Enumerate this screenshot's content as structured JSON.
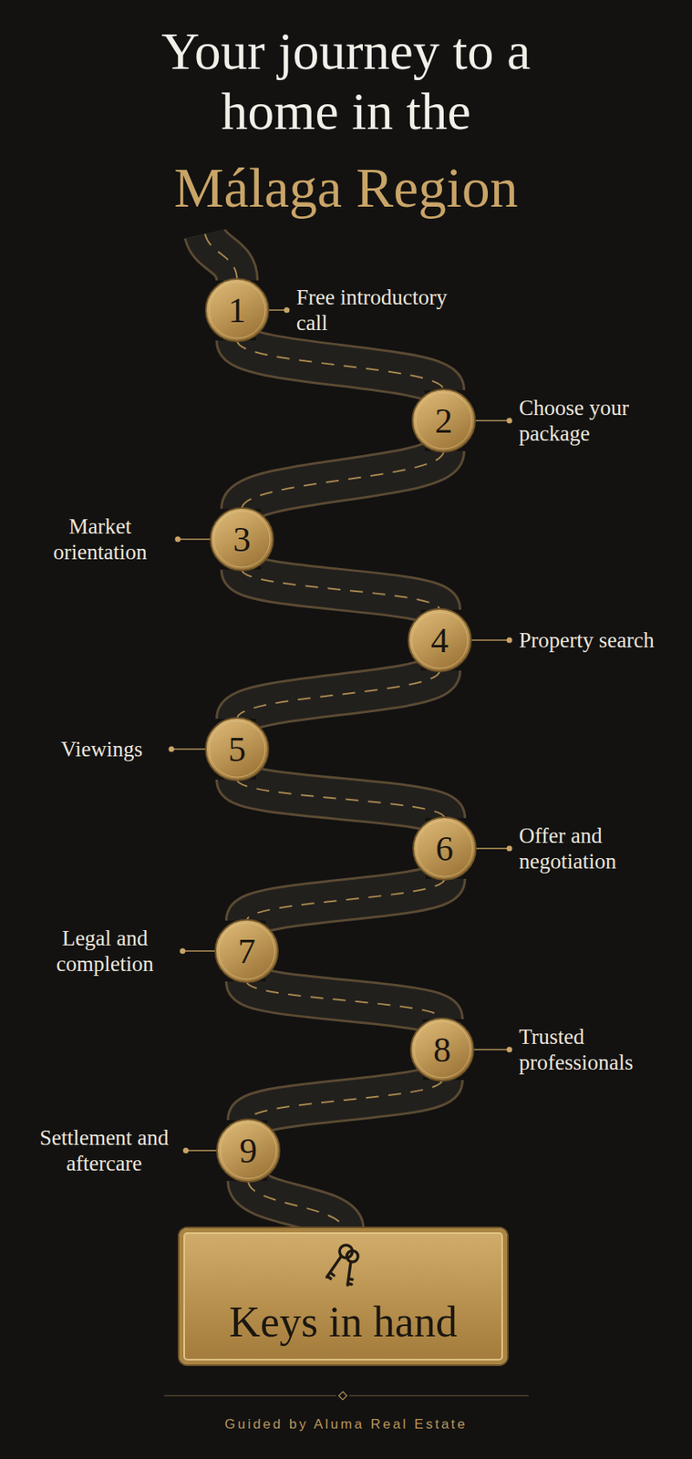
{
  "diagram": {
    "title": "Your journey to a home in the",
    "nodes": [
      {
        "text": [
          "1",
          "Free introductory call"
        ]
      },
      {
        "text": [
          "2",
          "Choose your package"
        ]
      },
      {
        "text": [
          "3",
          "Market orientation"
        ]
      },
      {
        "text": [
          "4",
          "Property search"
        ]
      },
      {
        "text": [
          "5",
          "Viewings"
        ]
      },
      {
        "text": [
          "6",
          "Offer and negotiation"
        ]
      },
      {
        "text": [
          "7",
          "Legal and completion"
        ]
      },
      {
        "text": [
          "8",
          "Trusted professionals"
        ]
      },
      {
        "text": [
          "9",
          "Settlement and aftercare"
        ]
      },
      {
        "text": [
          "Keys in hand"
        ]
      }
    ],
    "edges": [
      {
        "from": 0,
        "to": 1,
        "arrow": "none"
      },
      {
        "from": 1,
        "to": 2,
        "arrow": "none"
      },
      {
        "from": 2,
        "to": 3,
        "arrow": "none"
      },
      {
        "from": 3,
        "to": 4,
        "arrow": "none"
      },
      {
        "from": 4,
        "to": 5,
        "arrow": "none"
      },
      {
        "from": 5,
        "to": 6,
        "arrow": "none"
      },
      {
        "from": 6,
        "to": 7,
        "arrow": "none"
      },
      {
        "from": 7,
        "to": 8,
        "arrow": "none"
      },
      {
        "from": 8,
        "to": 9,
        "arrow": "none"
      }
    ],
    "labels": [
      "Málaga Region",
      "Guided by Aluma Real Estate"
    ]
  }
}
